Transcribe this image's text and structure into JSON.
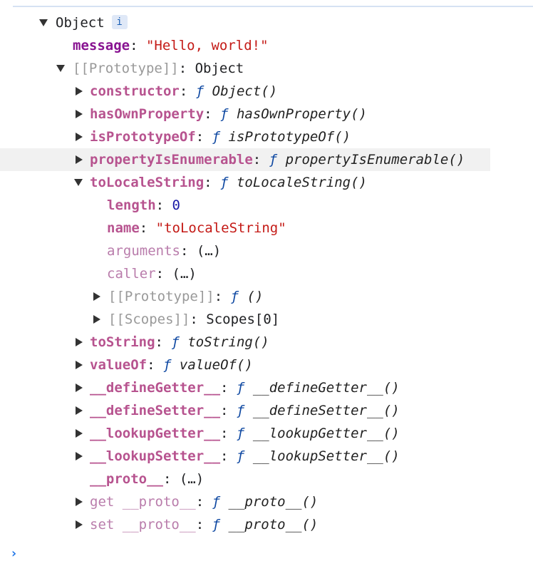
{
  "root": {
    "label": "Object",
    "info_badge": "i"
  },
  "message": {
    "key": "message",
    "value": "\"Hello, world!\""
  },
  "prototype": {
    "key": "[[Prototype]]",
    "value": "Object"
  },
  "methods": {
    "constructor": {
      "key": "constructor",
      "f": "ƒ",
      "name": "Object()"
    },
    "hasOwnProperty": {
      "key": "hasOwnProperty",
      "f": "ƒ",
      "name": "hasOwnProperty()"
    },
    "isPrototypeOf": {
      "key": "isPrototypeOf",
      "f": "ƒ",
      "name": "isPrototypeOf()"
    },
    "propertyIsEnumerable": {
      "key": "propertyIsEnumerable",
      "f": "ƒ",
      "name": "propertyIsEnumerable()"
    },
    "toLocaleString": {
      "key": "toLocaleString",
      "f": "ƒ",
      "name": "toLocaleString()"
    },
    "toString": {
      "key": "toString",
      "f": "ƒ",
      "name": "toString()"
    },
    "valueOf": {
      "key": "valueOf",
      "f": "ƒ",
      "name": "valueOf()"
    },
    "defineGetter": {
      "key": "__defineGetter__",
      "f": "ƒ",
      "name": "__defineGetter__()"
    },
    "defineSetter": {
      "key": "__defineSetter__",
      "f": "ƒ",
      "name": "__defineSetter__()"
    },
    "lookupGetter": {
      "key": "__lookupGetter__",
      "f": "ƒ",
      "name": "__lookupGetter__()"
    },
    "lookupSetter": {
      "key": "__lookupSetter__",
      "f": "ƒ",
      "name": "__lookupSetter__()"
    }
  },
  "toLocaleString_children": {
    "length": {
      "key": "length",
      "value": "0"
    },
    "name": {
      "key": "name",
      "value": "\"toLocaleString\""
    },
    "arguments": {
      "key": "arguments",
      "value": "(…)"
    },
    "caller": {
      "key": "caller",
      "value": "(…)"
    },
    "prototype": {
      "key": "[[Prototype]]",
      "f": "ƒ",
      "value": "()"
    },
    "scopes": {
      "key": "[[Scopes]]",
      "value": "Scopes[0]"
    }
  },
  "proto": {
    "key": "__proto__",
    "value": "(…)"
  },
  "get_proto": {
    "prefix": "get",
    "key": "__proto__",
    "f": "ƒ",
    "name": "__proto__()"
  },
  "set_proto": {
    "prefix": "set",
    "key": "__proto__",
    "f": "ƒ",
    "name": "__proto__()"
  },
  "console_prompt": "›",
  "colors": {
    "key_own": "#881391",
    "key_proto": "#b7538f",
    "string": "#c41a16",
    "number": "#1a1aa6",
    "function_glyph": "#0d47a1"
  }
}
